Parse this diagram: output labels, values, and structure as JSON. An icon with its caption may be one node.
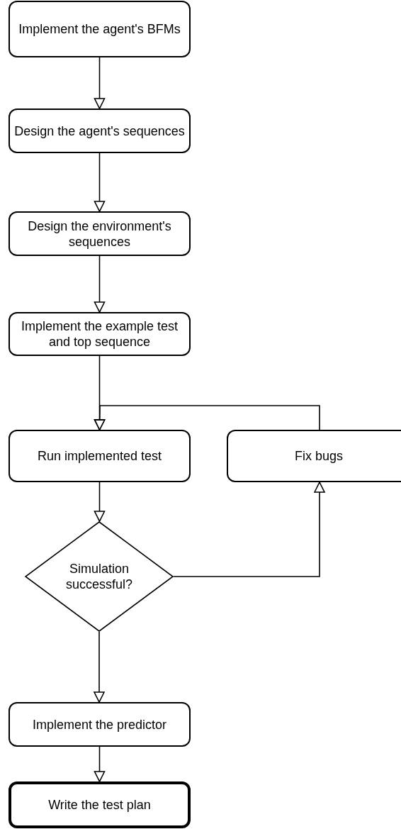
{
  "diagram": {
    "nodes": [
      {
        "text": [
          "Implement the agent's BFMs"
        ]
      },
      {
        "text": [
          "Design the agent's sequences"
        ]
      },
      {
        "text": [
          "Design the environment's sequences"
        ]
      },
      {
        "text": [
          "Implement the example test and top sequence"
        ]
      },
      {
        "text": [
          "Run implemented test"
        ]
      },
      {
        "text": [
          "Fix bugs"
        ]
      },
      {
        "text": [
          "Simulation successful?"
        ]
      },
      {
        "text": [
          "Implement the predictor"
        ]
      },
      {
        "text": [
          "Write the test plan"
        ]
      }
    ],
    "edges": [
      {
        "from": 0,
        "to": 1,
        "arrow": "to"
      },
      {
        "from": 1,
        "to": 2,
        "arrow": "to"
      },
      {
        "from": 2,
        "to": 3,
        "arrow": "to"
      },
      {
        "from": 3,
        "to": 4,
        "arrow": "to"
      },
      {
        "from": 5,
        "to": 4,
        "arrow": "to"
      },
      {
        "from": 4,
        "to": 6,
        "arrow": "to"
      },
      {
        "from": 6,
        "to": 5,
        "arrow": "to"
      },
      {
        "from": 6,
        "to": 7,
        "arrow": "to"
      },
      {
        "from": 7,
        "to": 8,
        "arrow": "to"
      }
    ]
  }
}
